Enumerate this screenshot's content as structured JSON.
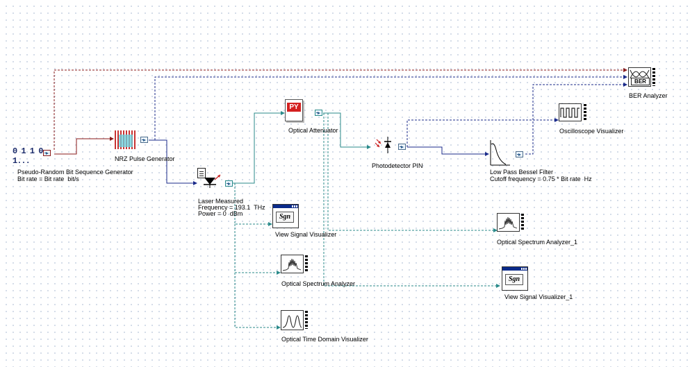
{
  "canvas": {
    "prbs_label": "Pseudo-Random Bit Sequence Generator",
    "prbs_param": "Bit rate = Bit rate  bit/s",
    "prbs_icon_text": "0 1 1 0 1...",
    "nrz_label": "NRZ Pulse Generator",
    "laser_label": "Laser Measured",
    "laser_freq": "Frequency = 193.1  THz",
    "laser_power": "Power = 0  dBm",
    "attenuator_label": "Optical Attenuator",
    "attenuator_icon": "PY",
    "photodetector_label": "Photodetector PIN",
    "filter_label": "Low Pass Bessel Filter",
    "filter_param": "Cutoff frequency = 0.75 * Bit rate  Hz",
    "ber_label": "BER Analyzer",
    "ber_icon": "BER",
    "oscilloscope_label": "Oscilloscope Visualizer",
    "view_signal_label": "View Signal Visualizer",
    "view_signal_1_label": "View Signal Visualizer_1",
    "sgn_text": "Sgn",
    "osa_label": "Optical Spectrum Analyzer",
    "osa_1_label": "Optical Spectrum Analyzer_1",
    "otd_label": "Optical Time Domain Visualizer"
  },
  "colors": {
    "electrical_wire": "#1a2a8a",
    "prbs_wire": "#8a1a1a",
    "optical_wire": "#2a8a8a",
    "dashed_monitor_red": "#8a1a1a",
    "dashed_monitor_blue": "#1a2a8a",
    "dashed_monitor_teal": "#2a8a8a"
  }
}
